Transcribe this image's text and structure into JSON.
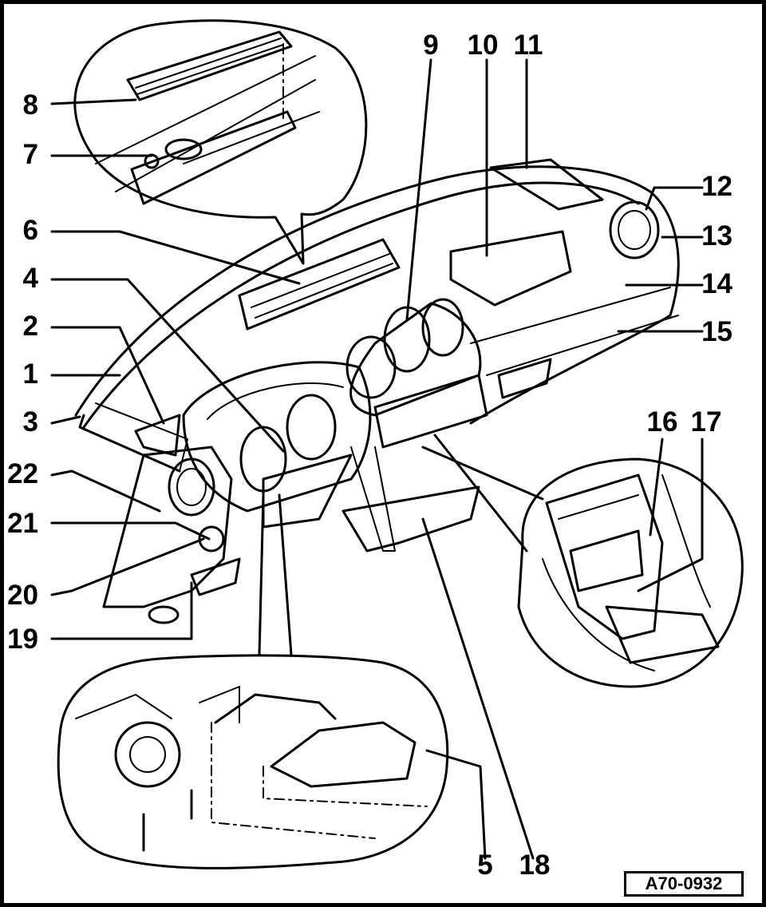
{
  "callouts": [
    {
      "id": "1",
      "label": "1"
    },
    {
      "id": "2",
      "label": "2"
    },
    {
      "id": "3",
      "label": "3"
    },
    {
      "id": "4",
      "label": "4"
    },
    {
      "id": "5",
      "label": "5"
    },
    {
      "id": "6",
      "label": "6"
    },
    {
      "id": "7",
      "label": "7"
    },
    {
      "id": "8",
      "label": "8"
    },
    {
      "id": "9",
      "label": "9"
    },
    {
      "id": "10",
      "label": "10"
    },
    {
      "id": "11",
      "label": "11"
    },
    {
      "id": "12",
      "label": "12"
    },
    {
      "id": "13",
      "label": "13"
    },
    {
      "id": "14",
      "label": "14"
    },
    {
      "id": "15",
      "label": "15"
    },
    {
      "id": "16",
      "label": "16"
    },
    {
      "id": "17",
      "label": "17"
    },
    {
      "id": "18",
      "label": "18"
    },
    {
      "id": "19",
      "label": "19"
    },
    {
      "id": "20",
      "label": "20"
    },
    {
      "id": "21",
      "label": "21"
    },
    {
      "id": "22",
      "label": "22"
    }
  ],
  "reference": "A70-0932"
}
